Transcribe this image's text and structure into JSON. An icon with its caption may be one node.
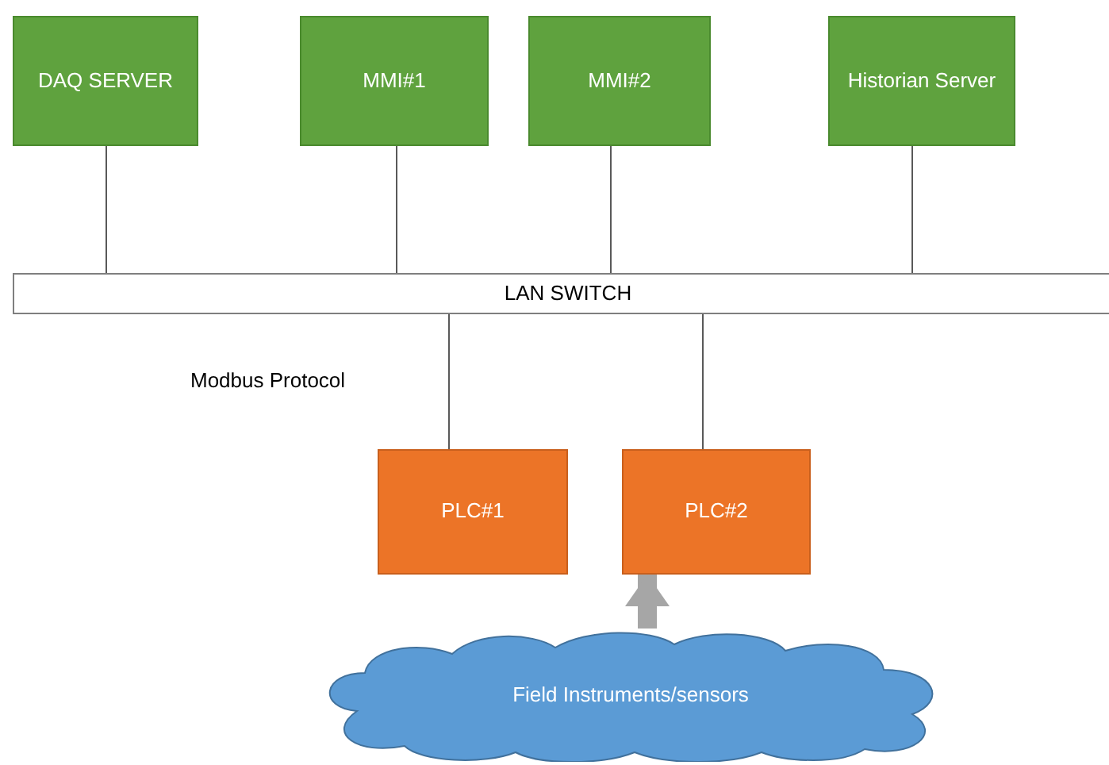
{
  "diagram": {
    "nodes": [
      {
        "text": [
          "DAQ SERVER"
        ]
      },
      {
        "text": [
          "MMI#1"
        ]
      },
      {
        "text": [
          "MMI#2"
        ]
      },
      {
        "text": [
          "Historian Server"
        ]
      },
      {
        "text": [
          "LAN SWITCH"
        ]
      },
      {
        "text": [
          "PLC#1"
        ]
      },
      {
        "text": [
          "PLC#2"
        ]
      },
      {
        "text": [
          "Field Instruments/sensors"
        ]
      }
    ],
    "edges": [
      {
        "from": 0,
        "to": 4,
        "arrow": "none"
      },
      {
        "from": 1,
        "to": 4,
        "arrow": "none"
      },
      {
        "from": 2,
        "to": 4,
        "arrow": "none"
      },
      {
        "from": 3,
        "to": 4,
        "arrow": "none"
      },
      {
        "from": 4,
        "to": 5,
        "arrow": "none"
      },
      {
        "from": 4,
        "to": 6,
        "arrow": "none"
      },
      {
        "from": 7,
        "to": 6,
        "arrow": "to",
        "style": "thick",
        "color": "#a6a6a6"
      }
    ],
    "labels": [
      "Modbus Protocol"
    ]
  }
}
